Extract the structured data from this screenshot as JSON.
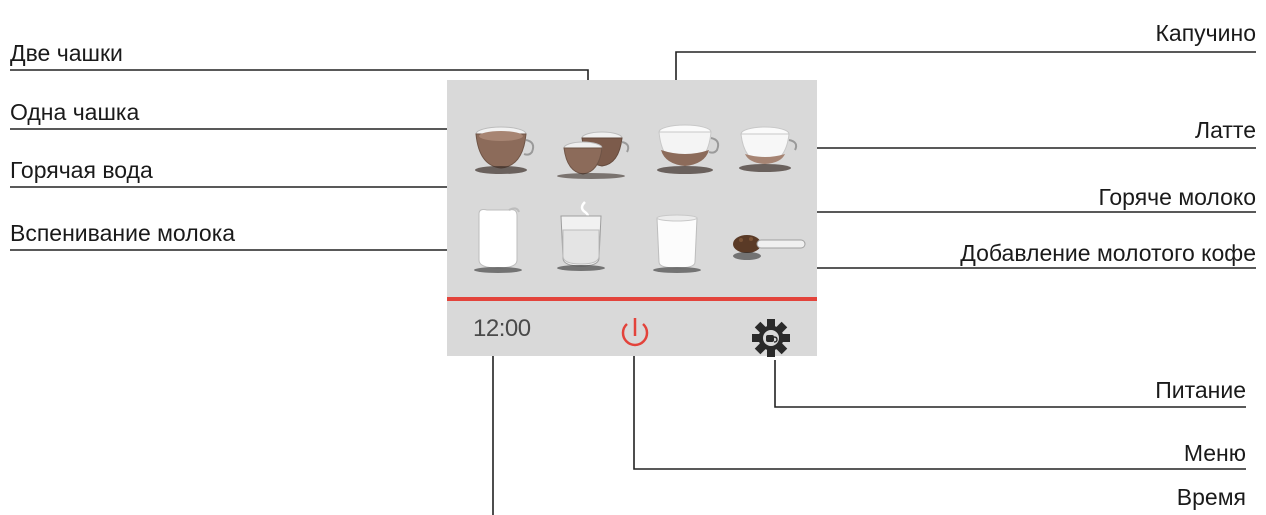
{
  "labels": {
    "two_cups": "Две чашки",
    "one_cup": "Одна чашка",
    "hot_water": "Горячая вода",
    "milk_froth": "Вспенивание молока",
    "cappuccino": "Капучино",
    "latte": "Латте",
    "hot_milk": "Горяче молоко",
    "ground_coffee": "Добавление молотого кофе",
    "power": "Питание",
    "menu": "Меню",
    "time": "Время"
  },
  "display": {
    "time": "12:00",
    "accent_color": "#e3433b",
    "panel_color": "#d9d9d9"
  },
  "icons": {
    "row1": [
      "one-cup-icon",
      "two-cups-icon",
      "cappuccino-icon",
      "latte-icon"
    ],
    "row2": [
      "milk-froth-icon",
      "hot-water-icon",
      "hot-milk-icon",
      "ground-coffee-icon"
    ],
    "bottom": [
      "power-icon",
      "gear-icon"
    ]
  }
}
